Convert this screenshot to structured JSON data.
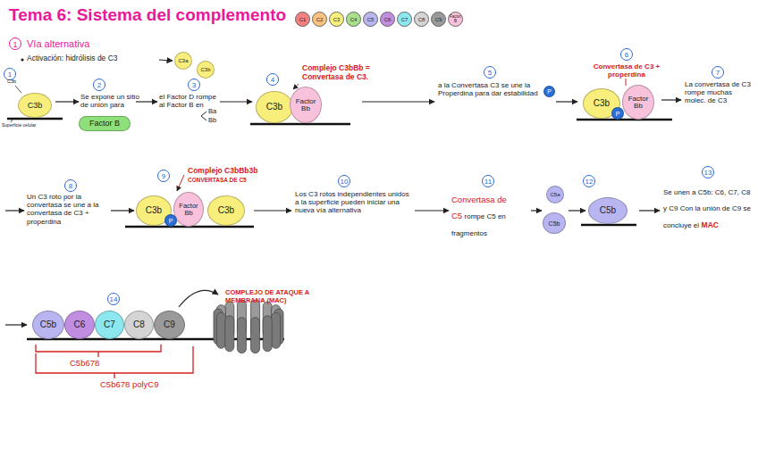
{
  "diagram": {
    "title": "Tema 6: Sistema del complemento",
    "nodes": [
      {
        "text": [
          "C3a"
        ]
      },
      {
        "text": [
          "C3b"
        ]
      },
      {
        "text": [
          "C3b"
        ]
      },
      {
        "text": [
          "Factor B"
        ]
      },
      {
        "text": [
          "C3b"
        ]
      },
      {
        "text": [
          "Factor Bb"
        ]
      },
      {
        "text": [
          "P"
        ]
      },
      {
        "text": [
          "C3b"
        ]
      },
      {
        "text": [
          "Factor Bb"
        ]
      },
      {
        "text": [
          "P"
        ]
      },
      {
        "text": [
          "C3b"
        ]
      },
      {
        "text": [
          "Factor Bb"
        ]
      },
      {
        "text": [
          "C3b"
        ]
      },
      {
        "text": [
          "P"
        ]
      },
      {
        "text": [
          "C5a"
        ]
      },
      {
        "text": [
          "C5b"
        ]
      },
      {
        "text": [
          "C5b"
        ]
      },
      {
        "text": [
          "C5b"
        ]
      },
      {
        "text": [
          "C6"
        ]
      },
      {
        "text": [
          "C7"
        ]
      },
      {
        "text": [
          "C8"
        ]
      },
      {
        "text": [
          "C9"
        ]
      }
    ],
    "labels": [
      "1",
      "Vía alternativa",
      "Activación: hidrólisis de C3",
      "1",
      "C3b",
      "Superficie celular",
      "2",
      "Se expone un sitio de unión para",
      "3",
      "el Factor D rompe al Factor B en",
      "Ba",
      "Bb",
      "4",
      "Complejo C3bBb = Convertasa de C3.",
      "5",
      "a la Convertasa C3 se une la Properdina para dar estabilidad",
      "6",
      "Convertasa de C3 + properdina",
      "7",
      "La convertasa de C3 rompe muchas molec. de C3",
      "8",
      "Un C3 roto por la convertasa se une a la convertasa de C3 + properdina",
      "9",
      "Complejo C3bBb3b",
      "CONVERTASA DE C5",
      "10",
      "Los C3 rotos independientes unidos a la superficie pueden iniciar una nueva vía alternativa",
      "11",
      "Convertasa de C5",
      "rompe C5 en fragmentos",
      "12",
      "13",
      "Se unen a C5b: C6, C7, C8 y C9 Con la unión de C9 se concluye el",
      "MAC",
      "14",
      "COMPLEJO DE ATAQUE A MEMBRANA (MAC)",
      "C5b678",
      "C5b678 polyC9"
    ],
    "legend": [
      {
        "text": "C1",
        "color": "#f47f7f"
      },
      {
        "text": "C2",
        "color": "#f9c37e"
      },
      {
        "text": "C3",
        "color": "#f8ee7c"
      },
      {
        "text": "C4",
        "color": "#a8e08a"
      },
      {
        "text": "C5",
        "color": "#b8b5f0"
      },
      {
        "text": "C6",
        "color": "#c18de0"
      },
      {
        "text": "C7",
        "color": "#8de7ee"
      },
      {
        "text": "C8",
        "color": "#d4d4d4"
      },
      {
        "text": "C9",
        "color": "#9a9a9a"
      },
      {
        "text": "Factor B",
        "color": "#f9c2dc"
      }
    ]
  }
}
